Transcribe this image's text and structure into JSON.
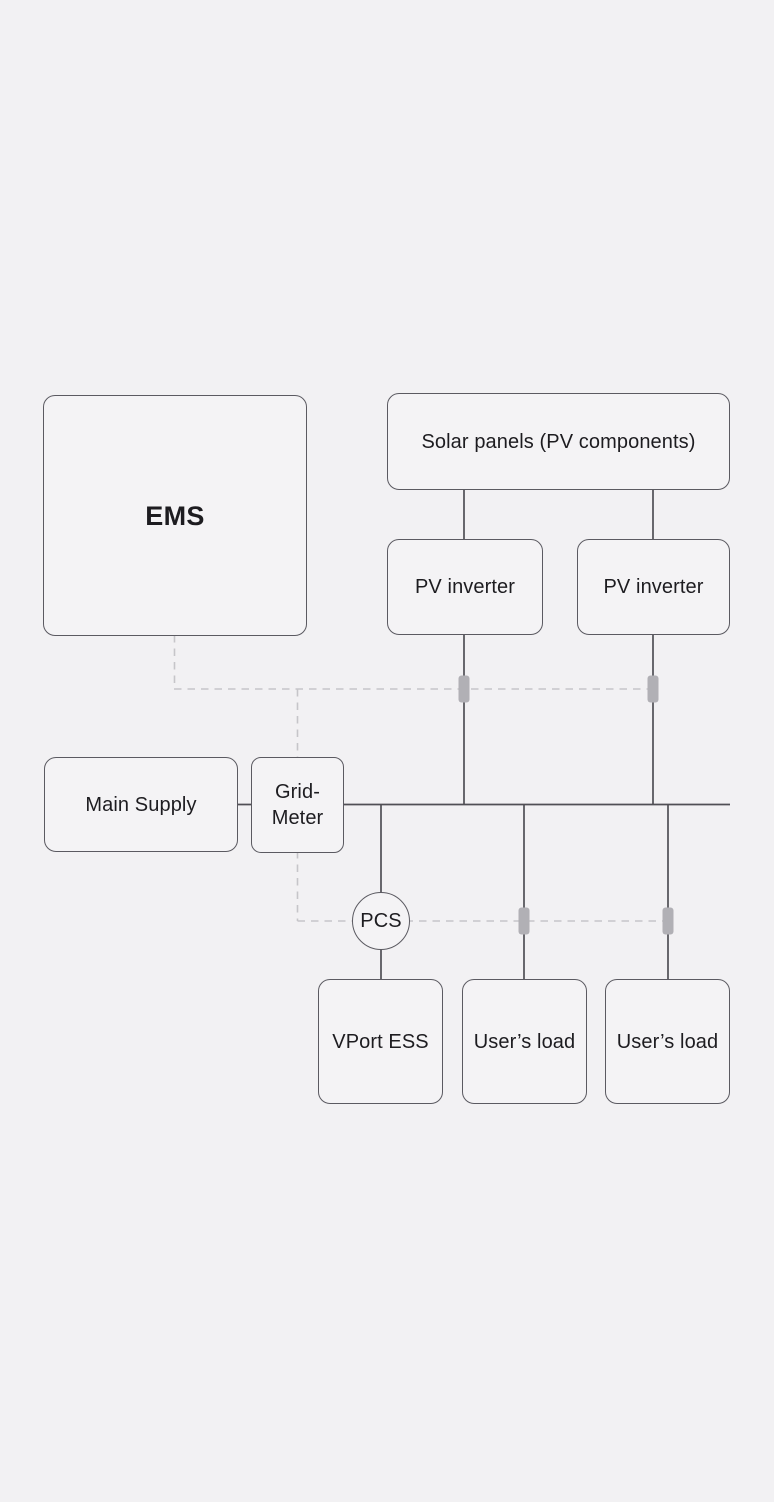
{
  "diagram": {
    "type": "system-architecture",
    "nodes": {
      "ems": {
        "label": "EMS"
      },
      "solar_panels": {
        "label": "Solar panels (PV components)"
      },
      "pv_inverter_left": {
        "label": "PV inverter"
      },
      "pv_inverter_right": {
        "label": "PV inverter"
      },
      "main_supply": {
        "label": "Main Supply"
      },
      "grid_meter": {
        "label": "Grid-\nMeter"
      },
      "pcs": {
        "label": "PCS"
      },
      "vport_ess": {
        "label": "VPort ESS"
      },
      "users_load_left": {
        "label": "User’s load"
      },
      "users_load_right": {
        "label": "User’s load"
      }
    },
    "connections": [
      {
        "from": "solar_panels",
        "to": "pv_inverter_left",
        "style": "solid"
      },
      {
        "from": "solar_panels",
        "to": "pv_inverter_right",
        "style": "solid"
      },
      {
        "from": "pv_inverter_left",
        "to": "bus",
        "style": "solid",
        "sensor": true
      },
      {
        "from": "pv_inverter_right",
        "to": "bus",
        "style": "solid",
        "sensor": true
      },
      {
        "from": "main_supply",
        "to": "grid_meter",
        "style": "solid"
      },
      {
        "from": "grid_meter",
        "to": "bus",
        "style": "solid"
      },
      {
        "from": "bus",
        "to": "pcs",
        "style": "solid"
      },
      {
        "from": "pcs",
        "to": "vport_ess",
        "style": "solid"
      },
      {
        "from": "bus",
        "to": "users_load_left",
        "style": "solid",
        "sensor": true
      },
      {
        "from": "bus",
        "to": "users_load_right",
        "style": "solid",
        "sensor": true
      },
      {
        "from": "ems",
        "to": "pv_inverter_sensors",
        "style": "dashed"
      },
      {
        "from": "ems",
        "to": "grid_meter",
        "style": "dashed"
      },
      {
        "from": "grid_meter",
        "to": "pcs",
        "style": "dashed"
      },
      {
        "from": "pcs",
        "to": "users_load_sensors",
        "style": "dashed"
      }
    ],
    "colors": {
      "background": "#f2f1f3",
      "box_fill": "#f4f3f5",
      "box_border": "#5b5a61",
      "solid_line": "#504f55",
      "dashed_line": "#c6c5c9",
      "sensor_fill": "#b1b0b5",
      "text": "#1d1c20"
    }
  }
}
